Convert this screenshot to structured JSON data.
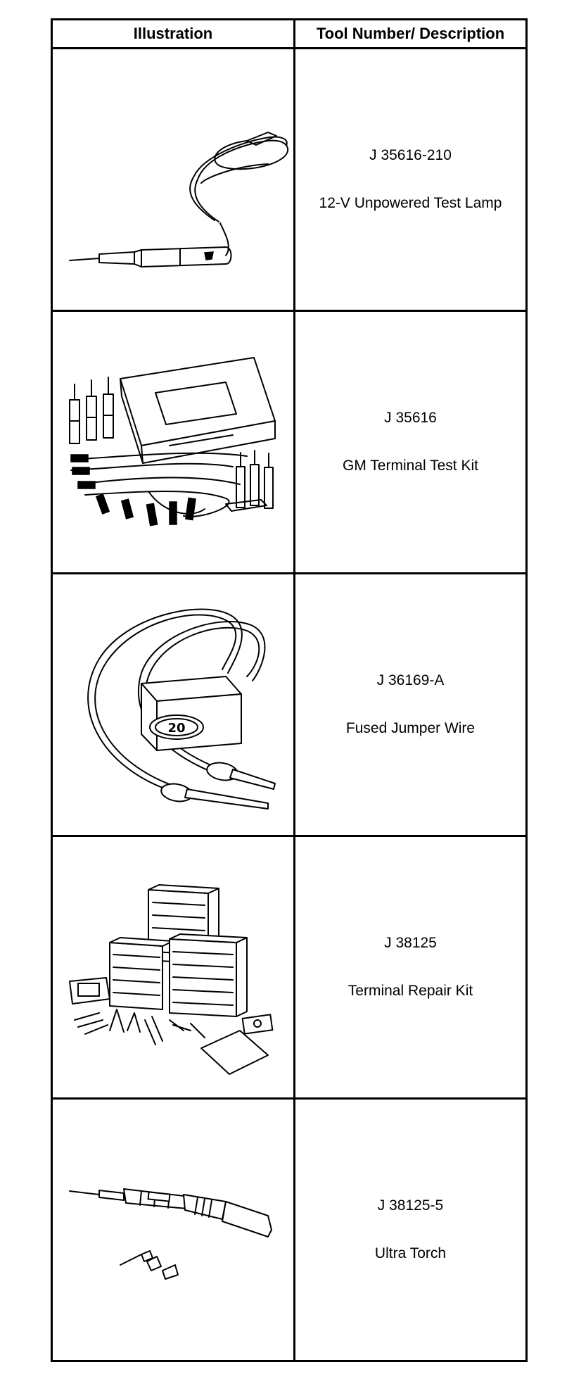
{
  "table": {
    "headers": {
      "illustration": "Illustration",
      "tool": "Tool Number/ Description"
    },
    "rows": [
      {
        "icon": "test-lamp-illustration",
        "number": "J 35616-210",
        "description": "12-V Unpowered Test Lamp"
      },
      {
        "icon": "terminal-test-kit-illustration",
        "number": "J 35616",
        "description": "GM Terminal Test Kit"
      },
      {
        "icon": "fused-jumper-wire-illustration",
        "number": "J 36169-A",
        "description": "Fused Jumper Wire",
        "fuse_label": "20"
      },
      {
        "icon": "terminal-repair-kit-illustration",
        "number": "J 38125",
        "description": "Terminal Repair Kit"
      },
      {
        "icon": "ultra-torch-illustration",
        "number": "J 38125-5",
        "description": "Ultra Torch"
      }
    ]
  }
}
